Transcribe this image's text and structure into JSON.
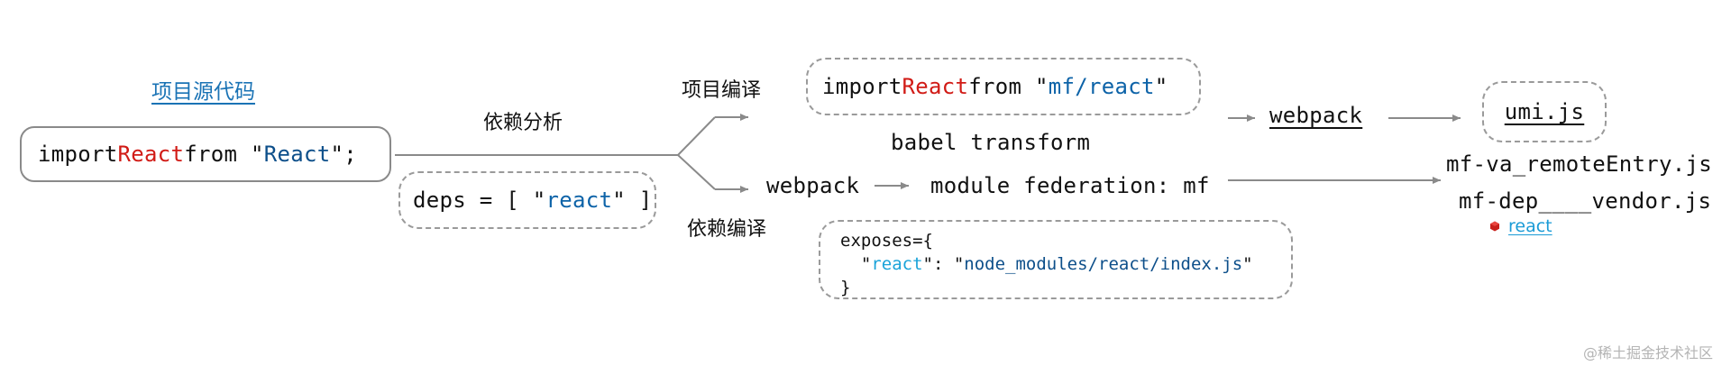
{
  "colors": {
    "keyword": "#d11b16",
    "string": "#0d63a8",
    "string_light": "#1aa3d9",
    "link": "#1a73b5",
    "line": "#8a8a8a",
    "border": "#9a9a9a"
  },
  "source": {
    "title": "项目源代码",
    "code": {
      "pre": "import ",
      "kw": "React",
      "mid": " from \"",
      "str": "React",
      "post": "\";"
    }
  },
  "deps": {
    "label": "依赖分析",
    "code": {
      "pre": "deps = [ \"",
      "str": "react",
      "post": "\" ]"
    }
  },
  "project_compile": {
    "label": "项目编译",
    "code": {
      "pre": "import ",
      "kw": "React",
      "mid": " from \"",
      "str": "mf/react",
      "post": "\""
    },
    "transform": "babel transform"
  },
  "dep_compile": {
    "label": "依赖编译",
    "webpack": "webpack",
    "mf": "module federation: mf"
  },
  "exposes": {
    "open": "exposes={",
    "indent": "  \"",
    "key": "react",
    "mid": "\": \"",
    "val": "node_modules/react/index.js",
    "end": "\"",
    "close": "}"
  },
  "build": {
    "webpack": "webpack",
    "umi": "umi.js"
  },
  "outputs": {
    "remote_entry": "mf-va_remoteEntry.js",
    "vendor": "mf-dep____vendor.js",
    "react_link": "react",
    "react_icon": "cube-icon"
  },
  "watermark": "@稀土掘金技术社区"
}
